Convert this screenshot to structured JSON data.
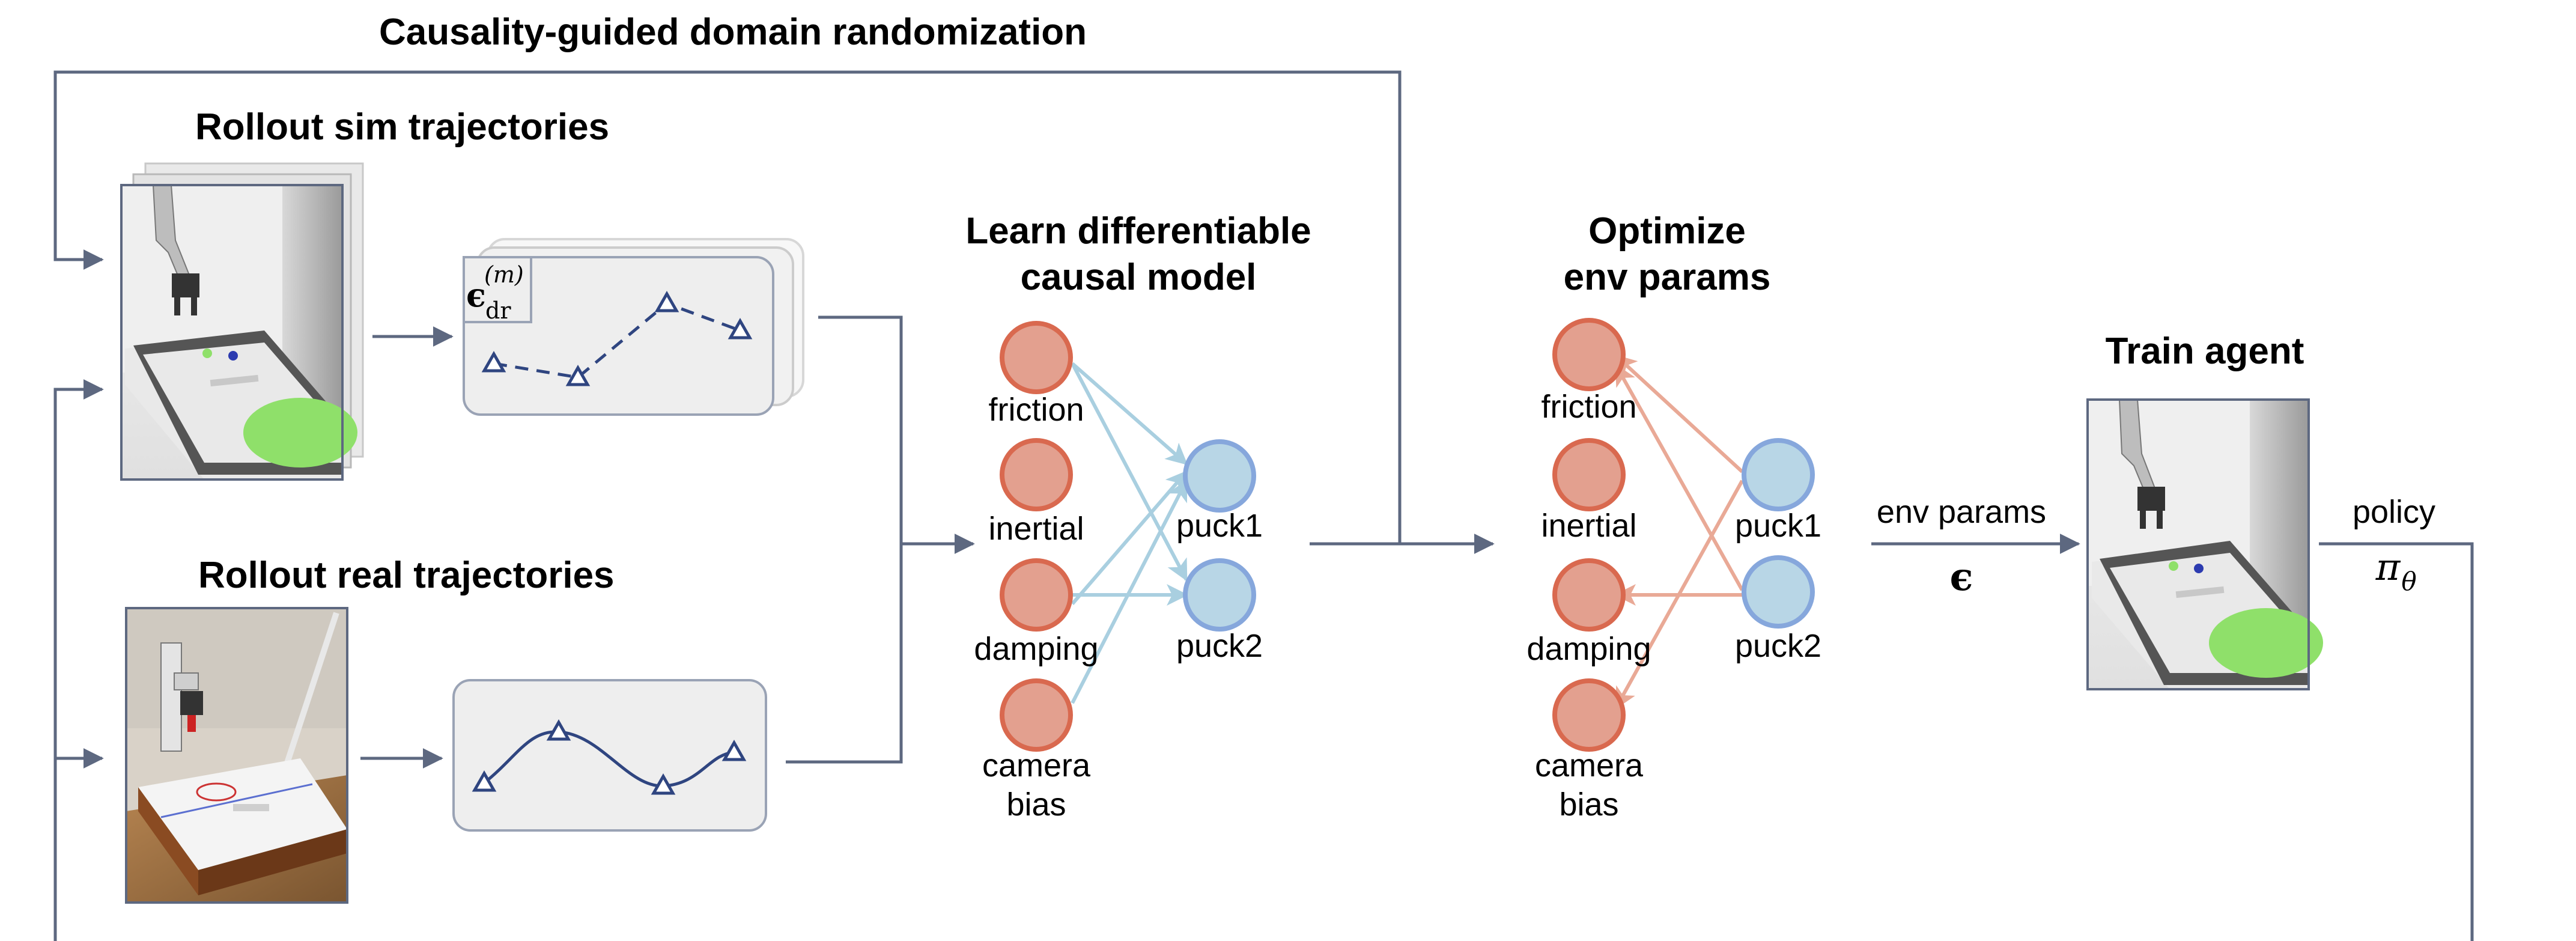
{
  "title": "Causality-guided domain randomization",
  "sections": {
    "rollout_sim": "Rollout sim trajectories",
    "rollout_real": "Rollout real trajectories",
    "learn_line1": "Learn differentiable",
    "learn_line2": "causal model",
    "optimize_line1": "Optimize",
    "optimize_line2": "env params",
    "train": "Train agent"
  },
  "causal_model": {
    "params": [
      "friction",
      "inertial",
      "damping",
      "camera",
      "bias"
    ],
    "outputs": [
      "puck1",
      "puck2"
    ]
  },
  "optimize_model": {
    "params": [
      "friction",
      "inertial",
      "damping",
      "camera",
      "bias"
    ],
    "outputs": [
      "puck1",
      "puck2"
    ]
  },
  "edges": {
    "env_params_label": "env params",
    "env_params_symbol": "ϵ",
    "policy_label": "policy",
    "policy_symbol": "π",
    "policy_subscript": "θ"
  },
  "sim_box": {
    "symbol": "ϵ",
    "subscript": "dr",
    "superscript": "(m)"
  },
  "colors": {
    "param_fill": "#e3a08f",
    "param_stroke": "#d9694f",
    "output_fill": "#b8d6e6",
    "output_stroke": "#86a7dc",
    "blue_edge": "#a9cfe0",
    "red_edge": "#e9a996",
    "flow": "#5d6880",
    "traj": "#2f4580",
    "table_green": "#8fe06a"
  },
  "icons": [
    "robot-sim-image",
    "robot-real-image",
    "robot-agent-image"
  ]
}
